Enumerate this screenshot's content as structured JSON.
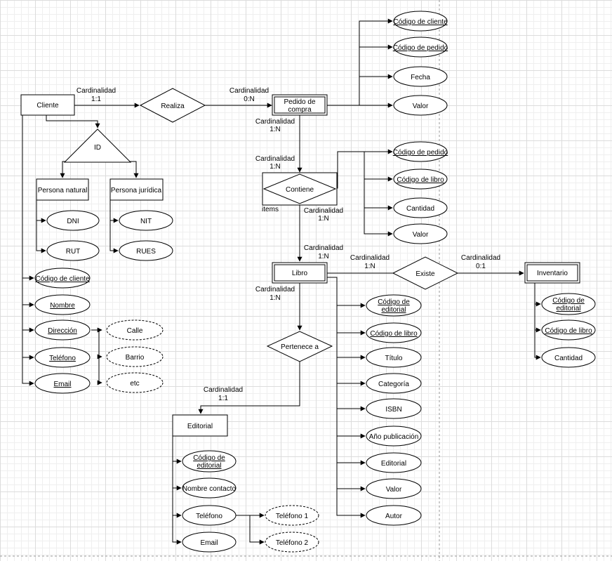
{
  "entities": {
    "cliente": "Cliente",
    "pedido_l1": "Pedido de",
    "pedido_l2": "compra",
    "libro": "Libro",
    "inventario": "Inventario",
    "editorial": "Editorial",
    "persona_natural": "Persona natural",
    "persona_juridica": "Persona jurídica"
  },
  "relationships": {
    "realiza": "Realiza",
    "contiene": "Contiene",
    "existe": "Existe",
    "pertenece": "Pertenece a",
    "id": "ID"
  },
  "labels": {
    "items": "items"
  },
  "cardinalities": {
    "cliente_realiza": [
      "Cardinalidad",
      "1:1"
    ],
    "realiza_pedido": [
      "Cardinalidad",
      "0:N"
    ],
    "pedido_down": [
      "Cardinalidad",
      "1:N"
    ],
    "contiene_top": [
      "Cardinalidad",
      "1:N"
    ],
    "contiene_bottom": [
      "Cardinalidad",
      "1:N"
    ],
    "libro_top": [
      "Cardinalidad",
      "1:N"
    ],
    "libro_existe": [
      "Cardinalidad",
      "1:N"
    ],
    "existe_inventario": [
      "Cardinalidad",
      "0:1"
    ],
    "libro_down": [
      "Cardinalidad",
      "1:N"
    ],
    "editorial_top": [
      "Cardinalidad",
      "1:1"
    ]
  },
  "attributes": {
    "pedido": [
      "Código de cliente",
      "Código de pedido",
      "Fecha",
      "Valor"
    ],
    "contiene": [
      "Código de pedido",
      "Código de libro",
      "Cantidad",
      "Valor"
    ],
    "cliente": [
      "Código de cliente",
      "Nombre",
      "Dirección",
      "Teléfono",
      "Email"
    ],
    "direccion": [
      "Calle",
      "Barrio",
      "etc"
    ],
    "persona_natural": [
      "DNI",
      "RUT"
    ],
    "persona_juridica": [
      "NIT",
      "RUES"
    ],
    "libro": [
      "Código de editorial",
      "Código de libro",
      "Título",
      "Categoría",
      "ISBN",
      "Año publicación",
      "Editorial",
      "Valor",
      "Autor"
    ],
    "libro_first_l1": "Código de",
    "libro_first_l2": "editorial",
    "inventario": [
      "Código de editorial",
      "Código de libro",
      "Cantidad"
    ],
    "inventario_first_l1": "Código de",
    "inventario_first_l2": "editorial",
    "editorial": [
      "Código de editorial",
      "Nombre contacto",
      "Teléfono",
      "Email"
    ],
    "editorial_first_l1": "Código de",
    "editorial_first_l2": "editorial",
    "editorial_telefono": [
      "Teléfono 1",
      "Teléfono 2"
    ]
  }
}
